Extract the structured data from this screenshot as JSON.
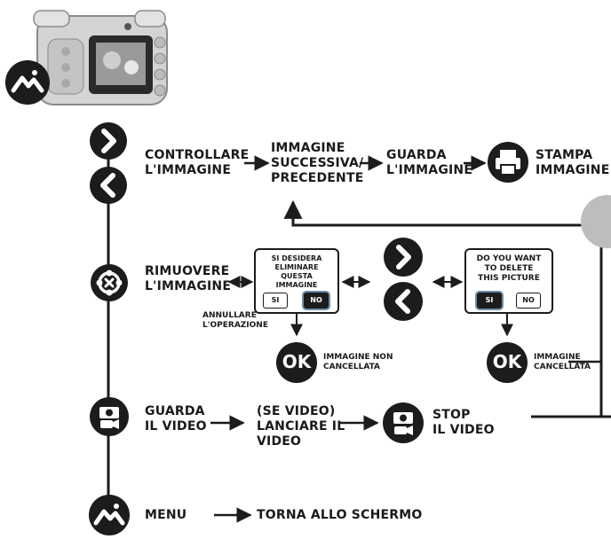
{
  "flow": {
    "controllare_label": "CONTROLLARE\nL'IMMAGINE",
    "successiva_label": "IMMAGINE\nSUCCESSIVA/\nPRECEDENTE",
    "guarda_immagine_label": "GUARDA\nL'IMMAGINE",
    "stampa_label": "STAMPA\nIMMAGINE",
    "rimuovere_label": "RIMUOVERE\nL'IMMAGINE",
    "annullare_label": "ANNULLARE\nL'OPERAZIONE",
    "non_cancellata_label": "IMMAGINE NON\nCANCELLATA",
    "cancellata_label": "IMMAGINE\nCANCELLATA",
    "guarda_video_label": "GUARDA\nIL VIDEO",
    "lanciare_label": "(SE VIDEO)\nLANCIARE IL\nVIDEO",
    "stop_label": "STOP\nIL VIDEO",
    "menu_label": "MENU",
    "torna_label": "TORNA ALLO SCHERMO",
    "ok_label": "OK"
  },
  "dialog_it": {
    "question": "SI DESIDERA\nELIMINARE\nQUESTA\nIMMAGINE",
    "yes": "SI",
    "no": "NO",
    "selected": "NO"
  },
  "dialog_en": {
    "question": "DO YOU WANT\nTO DELETE\nTHIS PICTURE",
    "yes": "SI",
    "no": "NO",
    "selected": "SI"
  },
  "icons": [
    "gallery-icon",
    "next-icon",
    "previous-icon",
    "delete-icon",
    "printer-icon",
    "video-camera-icon",
    "ok-icon"
  ],
  "colors": {
    "ink": "#1c1c1c",
    "tab": "#bdbdbd",
    "highlight": "#6e8ea8"
  }
}
